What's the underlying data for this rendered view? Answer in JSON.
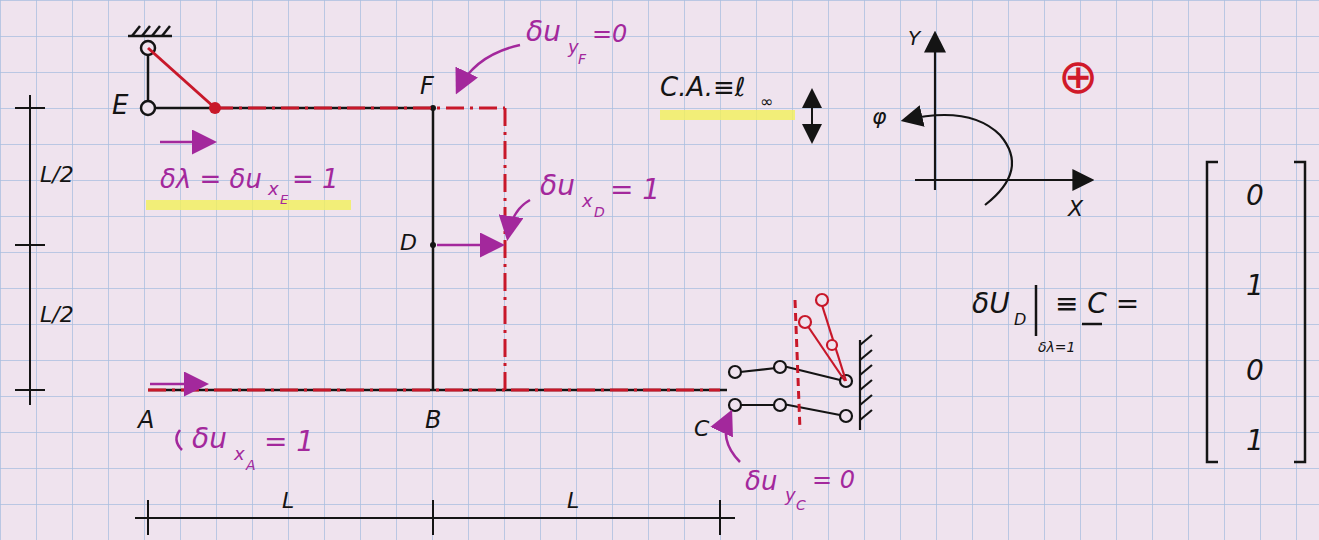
{
  "diagram": {
    "labels": [
      "E",
      "F",
      "D",
      "A",
      "B",
      "C",
      "L/2",
      "L/2",
      "L",
      "L",
      "δu",
      "y",
      "F",
      "=0",
      "C.A.≡ℓ",
      "∞",
      "δλ = δu",
      "x",
      "E",
      "= 1",
      "δu",
      "x",
      "D",
      "= 1",
      "δu",
      "x",
      "A",
      "= 1",
      "δu",
      "y",
      "C",
      "= 0",
      "Y",
      "X",
      "φ",
      "⊕",
      "δU",
      "D",
      "δλ=1",
      "≡ C =",
      "0",
      "1",
      "0",
      "1"
    ]
  }
}
